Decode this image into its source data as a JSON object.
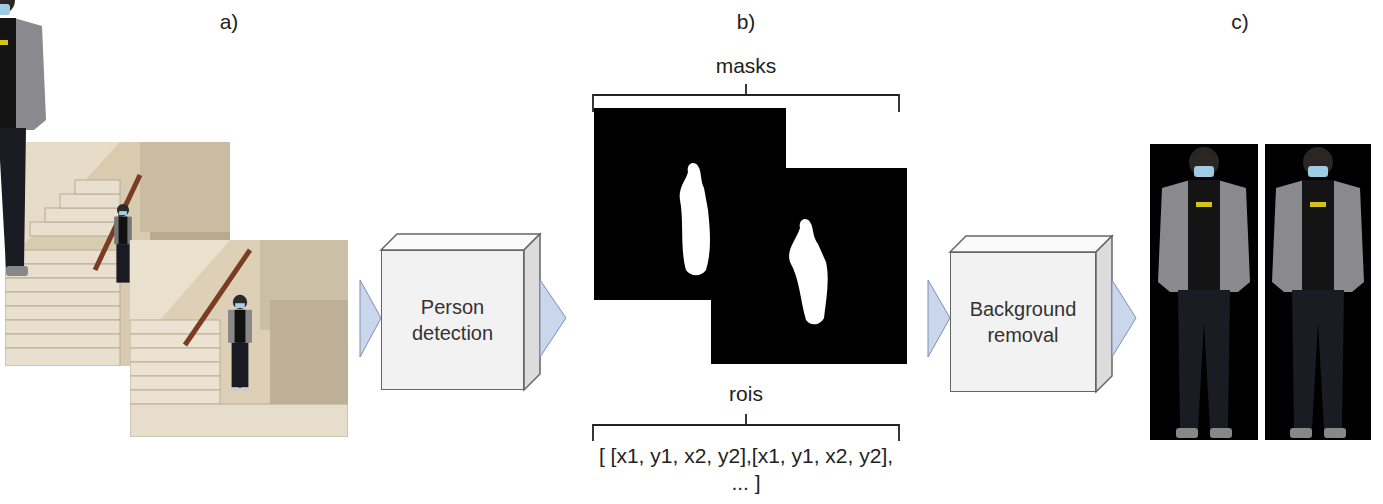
{
  "diagram": {
    "nodes": [
      {
        "text": [
          "Person detection"
        ]
      },
      {
        "text": [
          "Background removal"
        ]
      }
    ],
    "labels": [
      "a)",
      "b)",
      "c)",
      "masks",
      "rois",
      "[ [x1, y1, x2, y2],[x1, y1, x2, y2], ... ]"
    ]
  }
}
